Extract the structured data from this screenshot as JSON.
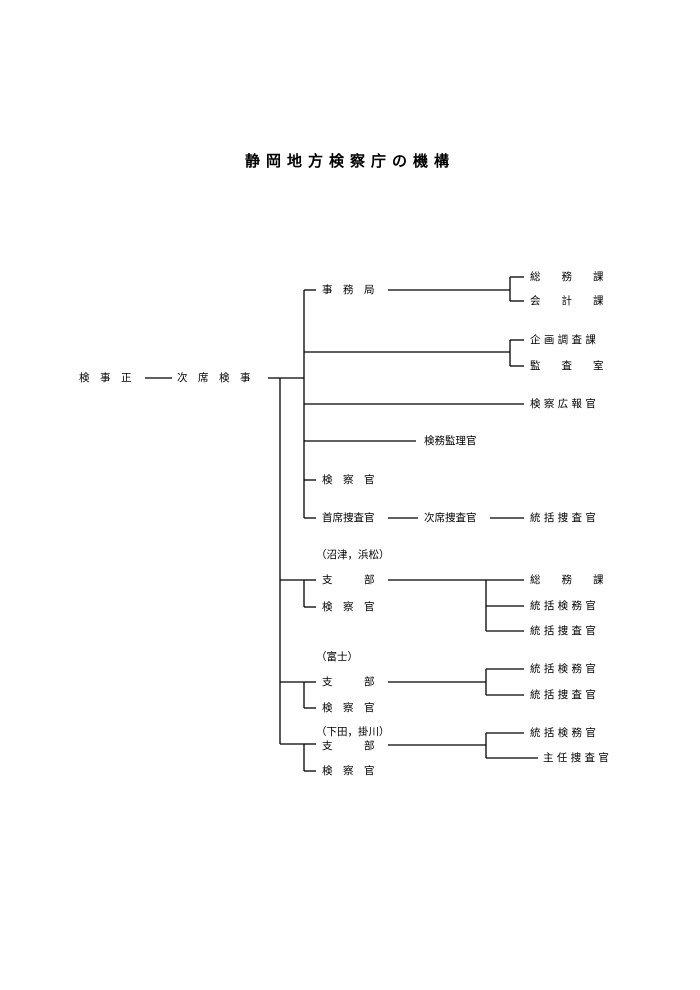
{
  "title": "静岡地方検察庁の機構",
  "nodes": {
    "kenjisei": "検　事　正",
    "jiseki": "次　席　検　事",
    "jimukyoku": "事　務　局",
    "somuka": "総　　務　　課",
    "kaikeika": "会　　計　　課",
    "kikaku": "企 画 調 査 課",
    "kansa": "監　　査　　室",
    "kouhou": "検 察 広 報 官",
    "kanri": "検務監理官",
    "kensatsukan": "検　察　官",
    "shuseki": "首席捜査官",
    "jisekisosa": "次席捜査官",
    "tokatsusosa": "統 括 捜 査 官"
  },
  "branches": [
    {
      "label": "（沼津，浜松）",
      "shibu": "支　　　部",
      "kensatsukan": "検　察　官",
      "units": [
        "総　　務　　課",
        "統 括 検 務 官",
        "統 括 捜 査 官"
      ]
    },
    {
      "label": "（富士）",
      "shibu": "支　　　部",
      "kensatsukan": "検　察　官",
      "units": [
        "統 括 検 務 官",
        "統 括 捜 査 官"
      ]
    },
    {
      "label": "（下田，掛川）",
      "shibu": "支　　　部",
      "kensatsukan": "検　察　官",
      "units": [
        "統 括 検 務 官",
        "主 任 捜 査 官"
      ]
    }
  ]
}
